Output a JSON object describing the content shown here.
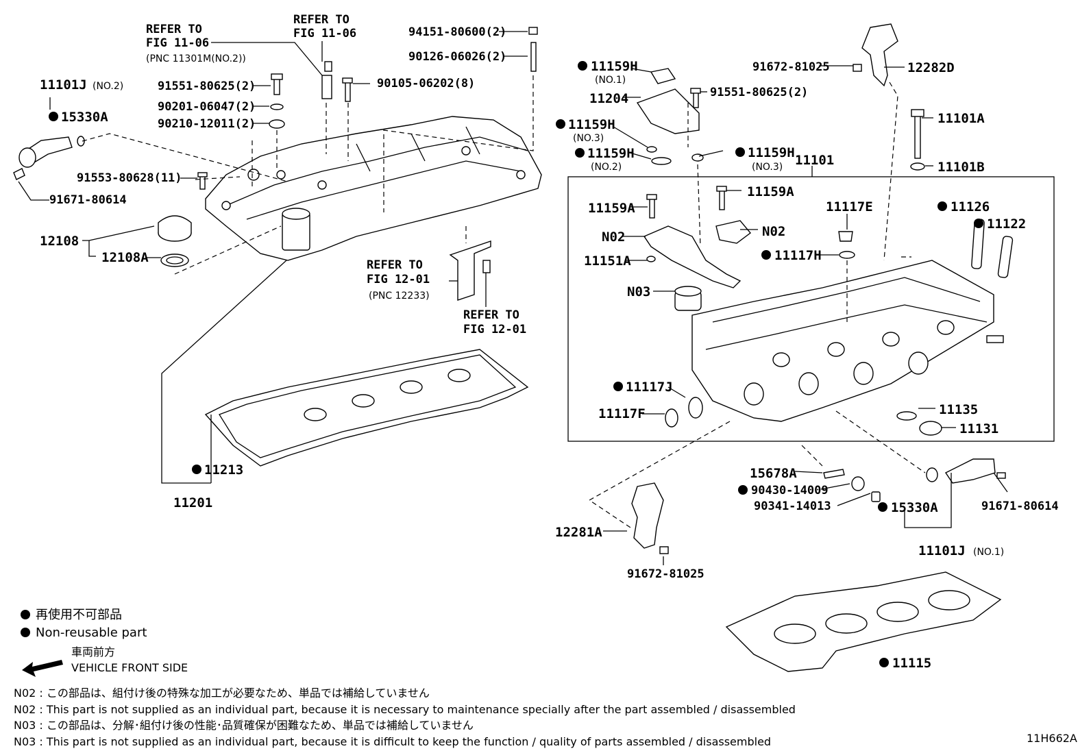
{
  "labels": {
    "refer_1106_a": "REFER TO",
    "refer_1106_a2": "FIG 11-06",
    "refer_1106_a3": "(PNC 11301M(NO.2))",
    "refer_1106_b": "REFER TO",
    "refer_1106_b2": "FIG 11-06",
    "p94151": "94151-80600(2)",
    "p90126": "90126-06026(2)",
    "p90105": "90105-06202(8)",
    "p91551a": "91551-80625(2)",
    "p90201": "90201-06047(2)",
    "p90210": "90210-12011(2)",
    "p11101J_no2": "11101J",
    "p11101J_no2_sub": "(NO.2)",
    "p15330A_a": "15330A",
    "p91553": "91553-80628(11)",
    "p91671_a": "91671-80614",
    "p12108": "12108",
    "p12108A": "12108A",
    "refer_1201_a": "REFER TO",
    "refer_1201_a2": "FIG 12-01",
    "refer_1201_a3": "(PNC 12233)",
    "refer_1201_b": "REFER TO",
    "refer_1201_b2": "FIG 12-01",
    "p11213": "11213",
    "p11201": "11201",
    "p11159H_no1": "11159H",
    "p11159H_no1_sub": "(NO.1)",
    "p11204": "11204",
    "p91551b": "91551-80625(2)",
    "p11159H_no3a": "11159H",
    "p11159H_no3a_sub": "(NO.3)",
    "p11159H_no2": "11159H",
    "p11159H_no2_sub": "(NO.2)",
    "p11159H_no3b": "11159H",
    "p11159H_no3b_sub": "(NO.3)",
    "p91672_a": "91672-81025",
    "p12282D": "12282D",
    "p11101A": "11101A",
    "p11101B": "11101B",
    "p11101": "11101",
    "p11159A_a": "11159A",
    "p11159A_b": "11159A",
    "p11117E": "11117E",
    "p11126": "11126",
    "p11122": "11122",
    "p N02_a": "N02",
    "pN02_a": "N02",
    "pN02_b": "N02",
    "p11117H": "11117H",
    "p11151A": "11151A",
    "pN03": "N03",
    "p11117J": "11117J",
    "p11117F": "11117F",
    "p11135": "11135",
    "p11131": "11131",
    "p15678A": "15678A",
    "p90430": "90430-14009",
    "p90341": "90341-14013",
    "p15330A_b": "15330A",
    "p91671_b": "91671-80614",
    "p11101J_no1": "11101J",
    "p11101J_no1_sub": "(NO.1)",
    "p12281A": "12281A",
    "p91672_b": "91672-81025",
    "p11115": "11115"
  },
  "legend": {
    "nonreusable_jp": "再使用不可部品",
    "nonreusable_en": "Non-reusable part",
    "front_jp": "車両前方",
    "front_en": "VEHICLE FRONT SIDE"
  },
  "notes": [
    "N02 : この部品は、組付け後の特殊な加工が必要なため、単品では補給していません",
    "N02 : This part is not supplied as an individual part, because it is necessary to maintenance specially after the part assembled / disassembled",
    "N03 : この部品は、分解･組付け後の性能･品質確保が困難なため、単品では補給していません",
    "N03 : This part is not supplied as an individual part, because it is difficult to keep the function / quality of parts  assembled / disassembled"
  ],
  "figure_code": "11H662A",
  "colors": {
    "ink": "#000000",
    "paper": "#ffffff"
  }
}
